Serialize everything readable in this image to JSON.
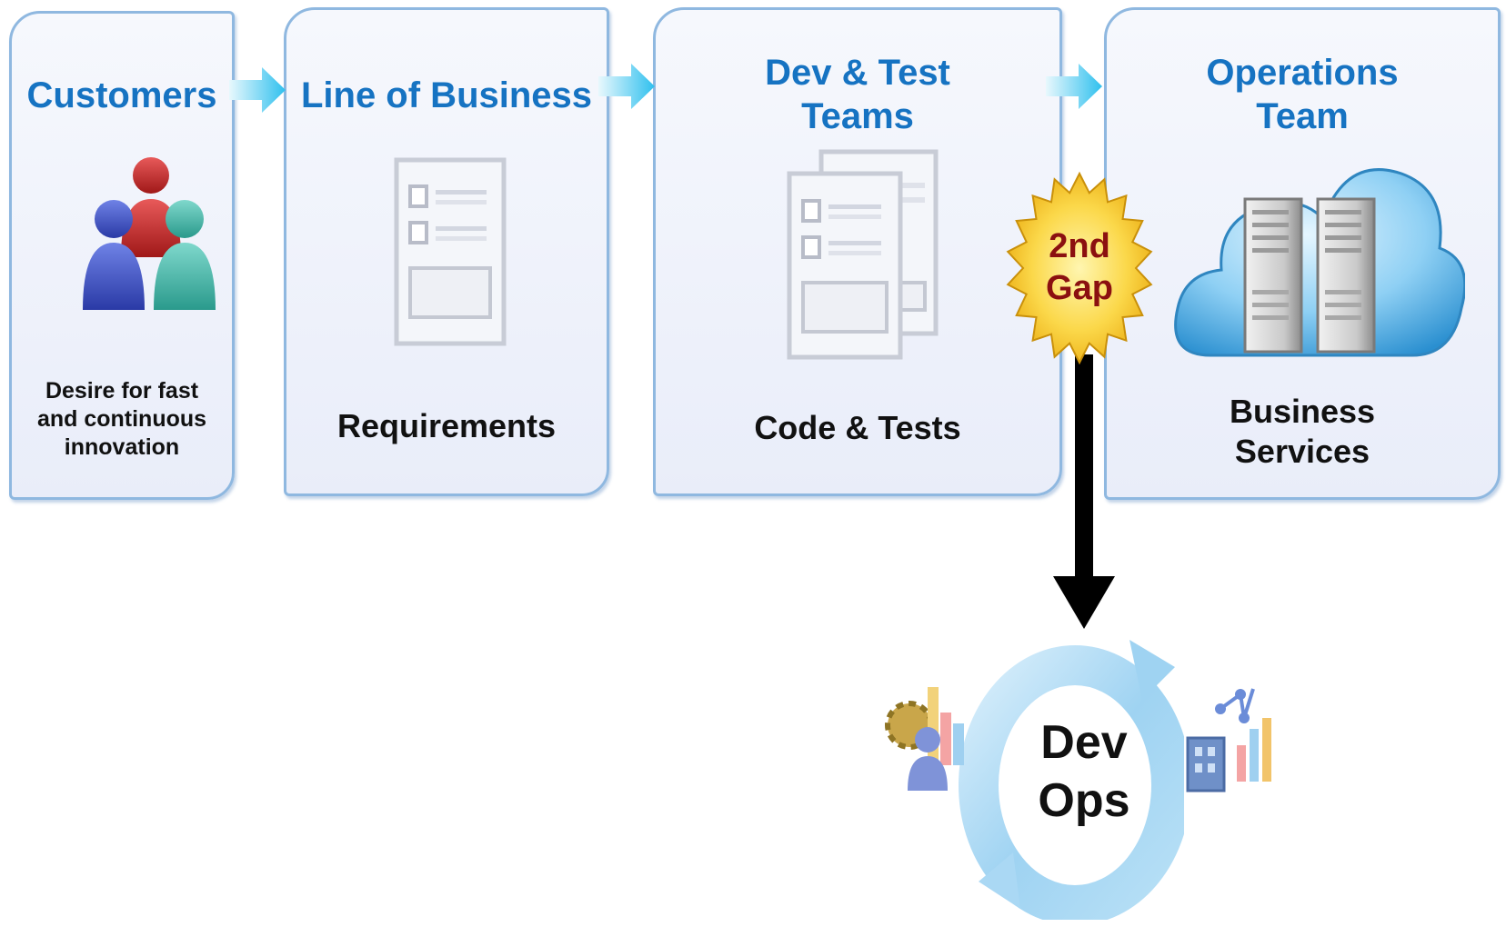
{
  "panels": [
    {
      "title": "Customers",
      "caption": "Desire for fast\nand continuous\ninnovation",
      "icon": "people-icon"
    },
    {
      "title": "Line of Business",
      "caption": "Requirements",
      "icon": "document-form-icon"
    },
    {
      "title": "Dev & Test\nTeams",
      "caption": "Code & Tests",
      "icon": "documents-stack-icon"
    },
    {
      "title": "Operations\nTeam",
      "caption": "Business\nServices",
      "icon": "cloud-servers-icon"
    }
  ],
  "gap_badge": {
    "text": "2nd\nGap",
    "icon": "starburst-icon"
  },
  "devops": {
    "label": "Dev\nOps",
    "icon": "cycle-arrows-icon"
  },
  "colors": {
    "title_blue": "#1673c2",
    "panel_border": "#8fb8e0",
    "badge_gold": "#f7c21e",
    "badge_text": "#8b1010",
    "arrow_cyan": "#33c4ee",
    "black_arrow": "#000000"
  }
}
